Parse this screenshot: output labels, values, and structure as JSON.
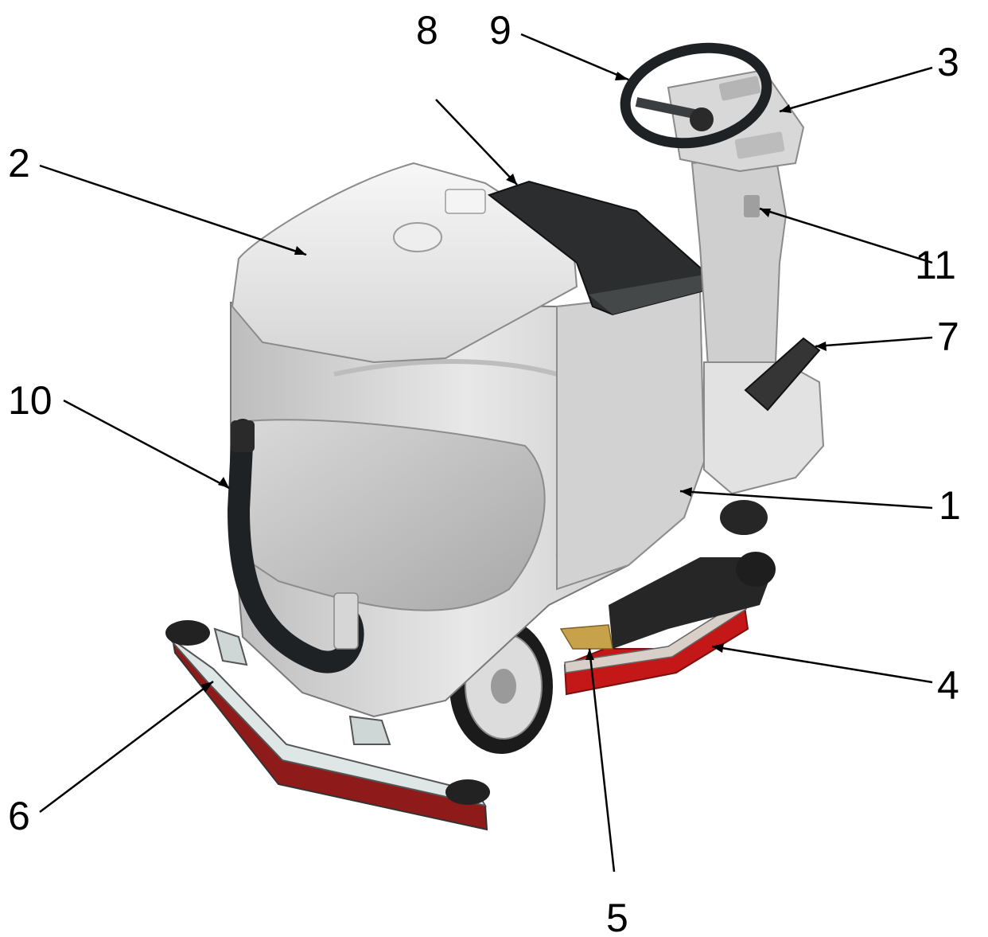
{
  "callouts": [
    {
      "id": "1",
      "label": "1"
    },
    {
      "id": "2",
      "label": "2"
    },
    {
      "id": "3",
      "label": "3"
    },
    {
      "id": "4",
      "label": "4"
    },
    {
      "id": "5",
      "label": "5"
    },
    {
      "id": "6",
      "label": "6"
    },
    {
      "id": "7",
      "label": "7"
    },
    {
      "id": "8",
      "label": "8"
    },
    {
      "id": "9",
      "label": "9"
    },
    {
      "id": "10",
      "label": "10"
    },
    {
      "id": "11",
      "label": "11"
    }
  ],
  "colors": {
    "body_light": "#e6e6e6",
    "body_mid": "#cfcfcf",
    "body_dark": "#a9a9a9",
    "seat_dark": "#2b2d2e",
    "squeegee_red": "#c41818",
    "squeegee_plate": "#dfe7e6",
    "hose": "#1e2224",
    "wheel_tire": "#1b1b1b",
    "wheel_rim": "#dcdcdc",
    "brush_deck": "#262626",
    "brush_yellow": "#c7a24a"
  },
  "icons": [
    "steering-wheel-icon",
    "pedal-icon",
    "wheel-icon"
  ]
}
